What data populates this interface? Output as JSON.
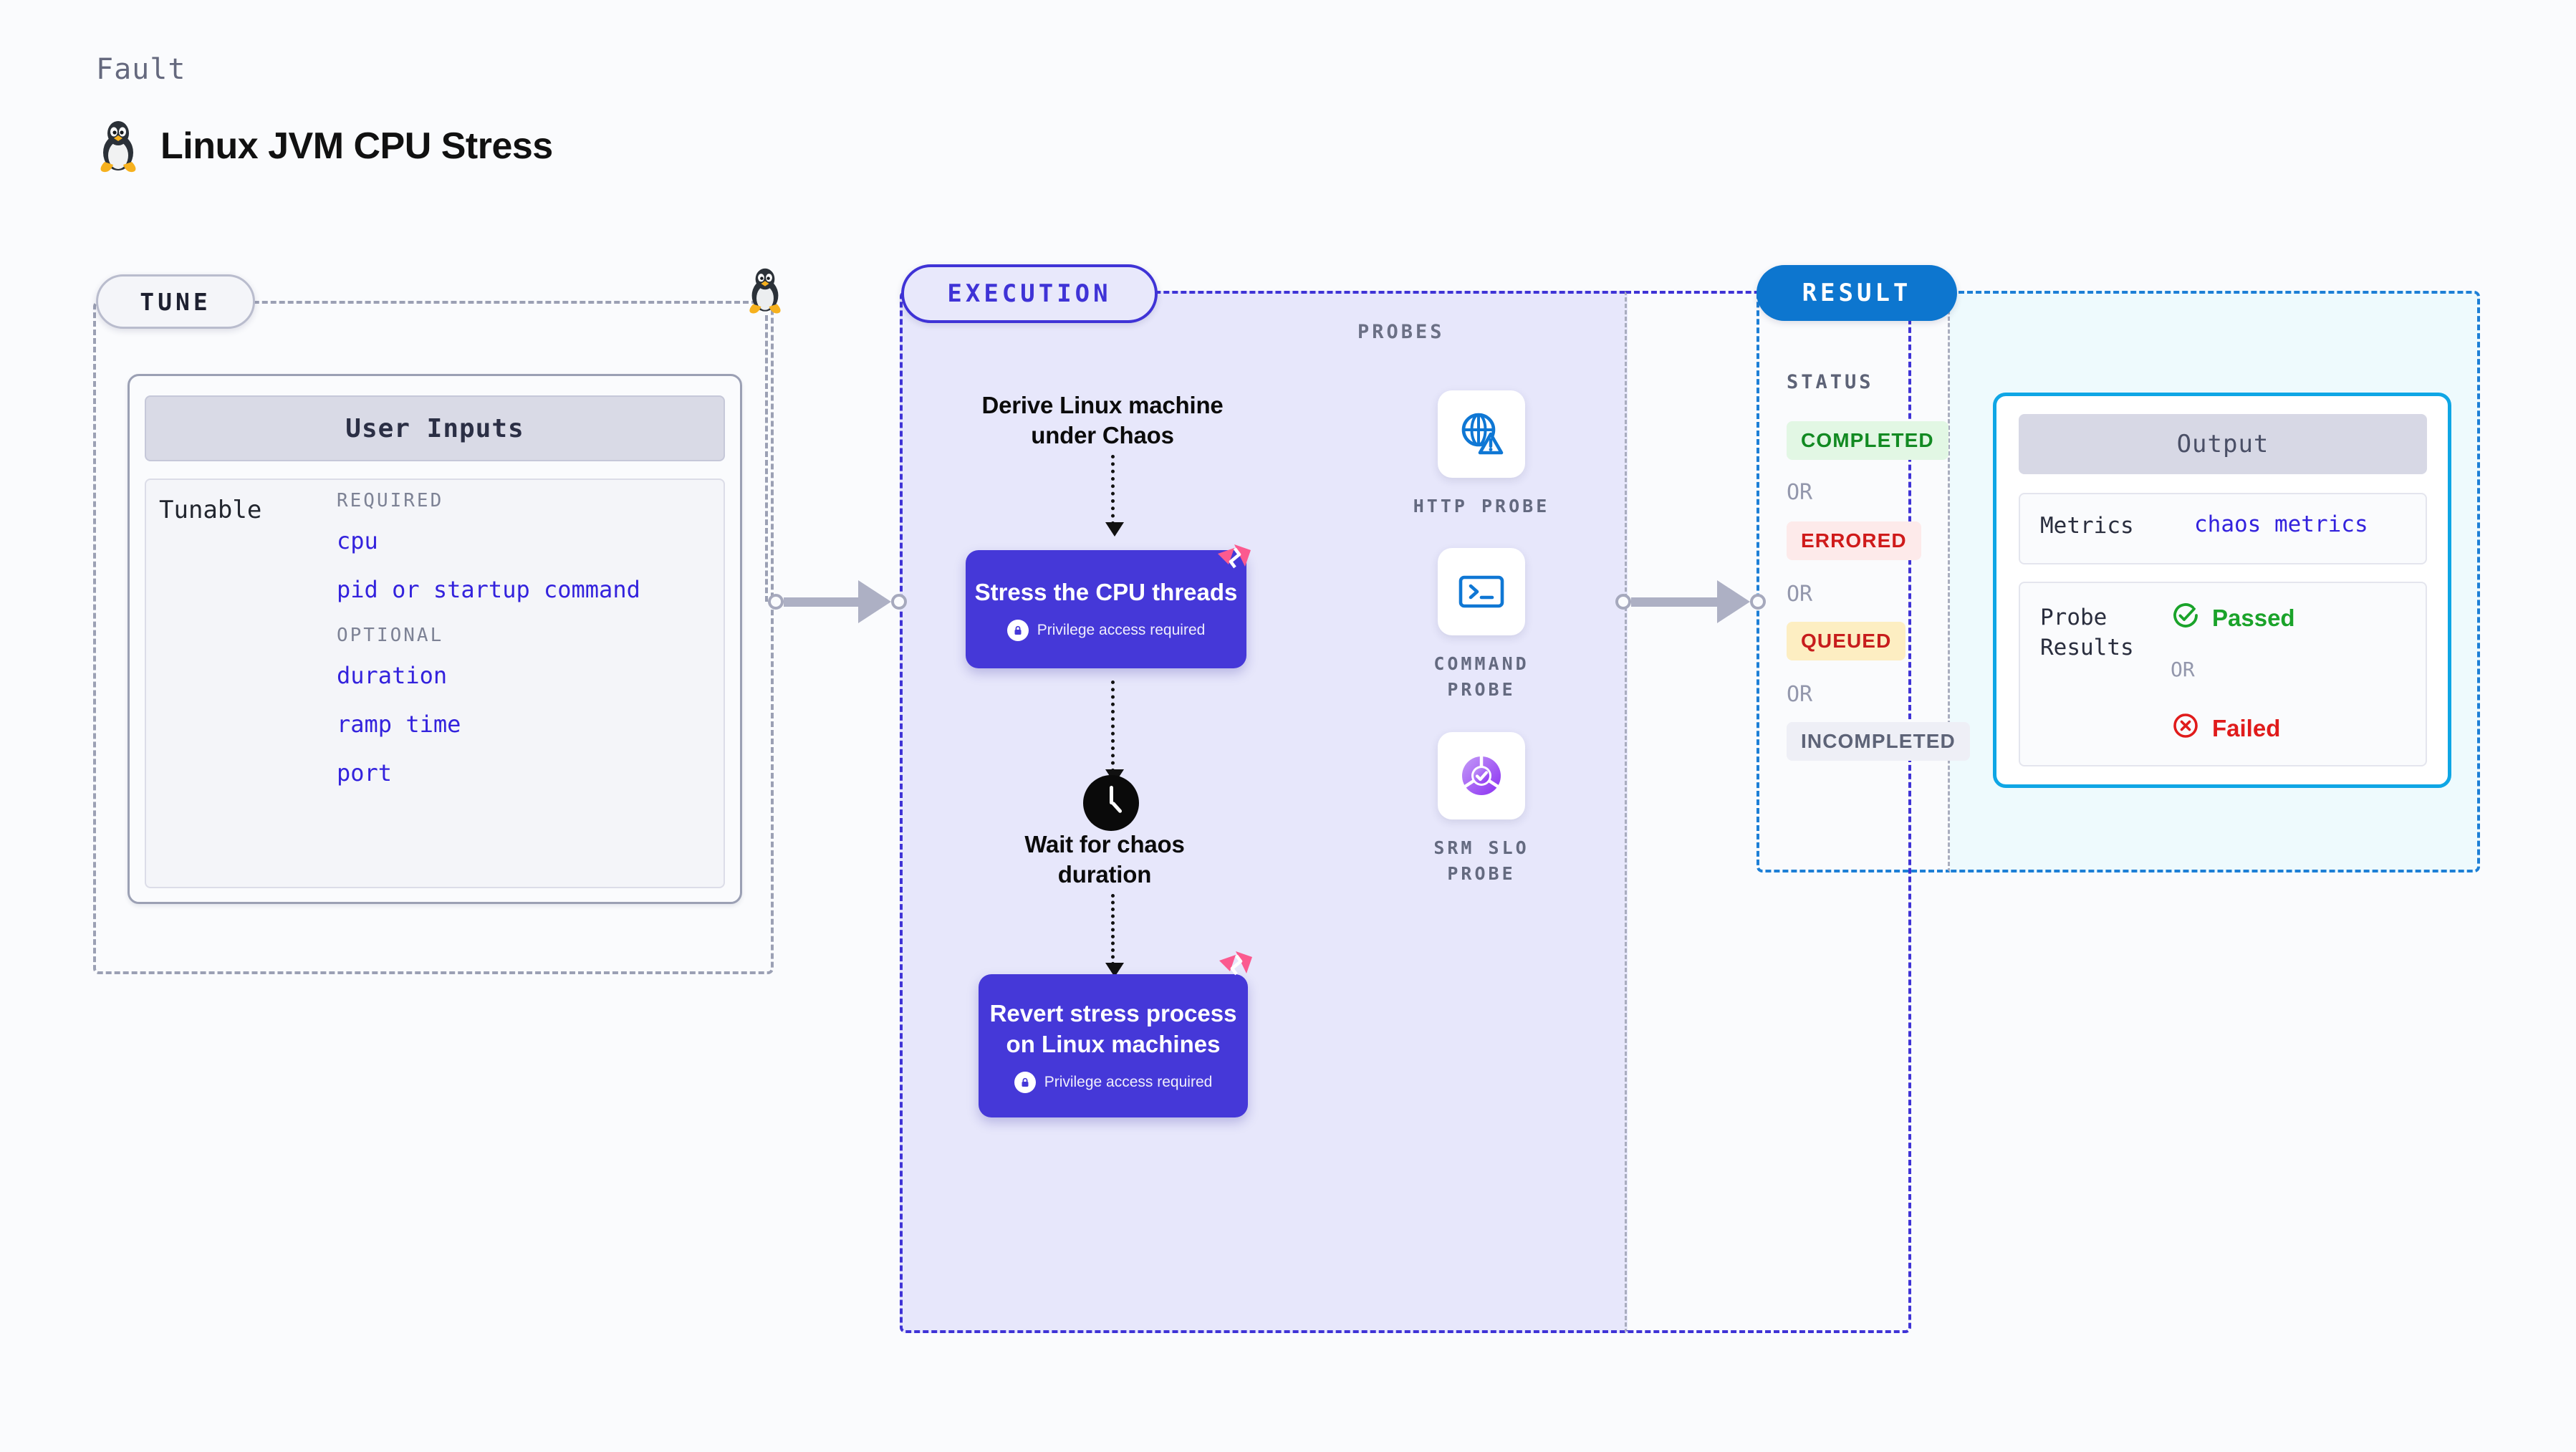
{
  "header": {
    "eyebrow": "Fault",
    "title": "Linux JVM CPU Stress",
    "icon": "linux-penguin-icon"
  },
  "tune": {
    "pill_label": "TUNE",
    "card_title": "User Inputs",
    "row_label": "Tunable",
    "groups": [
      {
        "heading": "REQUIRED",
        "items": [
          "cpu",
          "pid or startup command"
        ]
      },
      {
        "heading": "OPTIONAL",
        "items": [
          "duration",
          "ramp time",
          "port"
        ]
      }
    ]
  },
  "execution": {
    "pill_label": "EXECUTION",
    "steps": [
      {
        "kind": "text",
        "label": "Derive Linux machine under Chaos"
      },
      {
        "kind": "action",
        "label": "Stress the CPU threads",
        "privilege": "Privilege access required"
      },
      {
        "kind": "wait",
        "label": "Wait for chaos duration",
        "icon": "clock-icon"
      },
      {
        "kind": "action",
        "label": "Revert stress process on Linux machines",
        "privilege": "Privilege access required"
      }
    ]
  },
  "probes": {
    "title": "PROBES",
    "items": [
      {
        "label": "HTTP PROBE",
        "icon": "globe-alert-icon"
      },
      {
        "label": "COMMAND PROBE",
        "icon": "terminal-icon"
      },
      {
        "label": "SRM SLO PROBE",
        "icon": "slo-check-icon"
      }
    ]
  },
  "result": {
    "pill_label": "RESULT",
    "status_title": "STATUS",
    "or_label": "OR",
    "statuses": [
      {
        "label": "COMPLETED",
        "bg": "#e2f7e4",
        "fg": "#128a22"
      },
      {
        "label": "ERRORED",
        "bg": "#fdeaea",
        "fg": "#cf1a1a"
      },
      {
        "label": "QUEUED",
        "bg": "#fdeec2",
        "fg": "#c71d1d"
      },
      {
        "label": "INCOMPLETED",
        "bg": "#eeeff6",
        "fg": "#5d6377"
      }
    ]
  },
  "output": {
    "title": "Output",
    "metrics_key": "Metrics",
    "metrics_value": "chaos metrics",
    "probe_key": "Probe Results",
    "passed_label": "Passed",
    "or_label": "OR",
    "failed_label": "Failed"
  },
  "colors": {
    "primary_purple": "#4538d8",
    "result_blue": "#0d76cf",
    "output_cyan": "#0fa6e5",
    "chaos_pink": "#fb5a8f",
    "link_blue": "#3322dd"
  }
}
